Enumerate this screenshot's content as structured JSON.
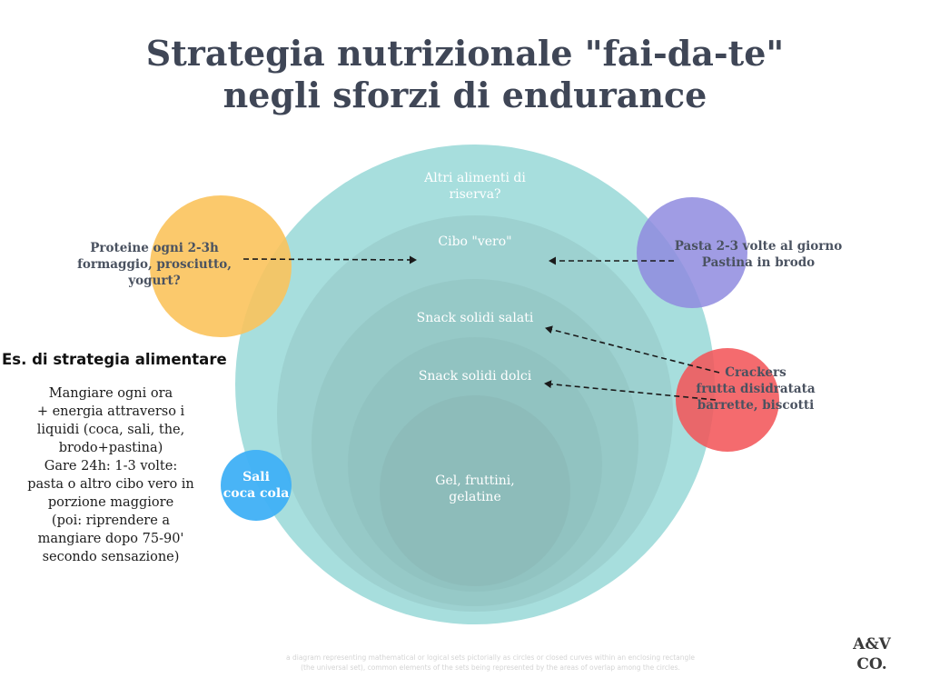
{
  "title": {
    "line1": "Strategia nutrizionale \"fai-da-te\"",
    "line2": "negli sforzi di endurance"
  },
  "colors": {
    "title": "#3f4656",
    "outer_circle": "#a7dedd",
    "ring": "#8ab6b5",
    "protein_circle": "#fbc35c",
    "pasta_circle": "#8f8bdf",
    "crackers_circle": "#f2575a",
    "salt_circle": "#3fb0f5"
  },
  "rings": {
    "outer": [
      "Altri alimenti di",
      "riserva?"
    ],
    "ring2": "Cibo \"vero\"",
    "ring3": "Snack solidi salati",
    "ring4": "Snack solidi dolci",
    "core": [
      "Gel, fruttini,",
      "gelatine"
    ]
  },
  "callouts": {
    "protein": [
      "Proteine ogni 2-3h",
      "formaggio, prosciutto,",
      "yogurt?"
    ],
    "pasta": [
      "Pasta 2-3 volte al giorno",
      "Pastina in brodo"
    ],
    "crackers": [
      "Crackers",
      "frutta disidratata",
      "barrette, biscotti"
    ],
    "salt": [
      "Sali",
      "coca cola"
    ]
  },
  "strategy": {
    "heading": "Es. di strategia alimentare",
    "lines": [
      "Mangiare ogni ora",
      "+ energia attraverso i",
      "liquidi (coca, sali, the,",
      "brodo+pastina)",
      "Gare 24h: 1-3 volte:",
      "pasta o altro cibo vero in",
      "porzione maggiore",
      "(poi: riprendere a",
      "mangiare dopo 75-90'",
      "secondo sensazione)"
    ]
  },
  "footnote": [
    "a diagram representing mathematical or logical sets pictorially as circles or closed curves within an enclosing rectangle",
    "(the universal set), common elements of the sets being represented by the areas of overlap among the circles."
  ],
  "logo": [
    "A&V",
    "CO."
  ]
}
